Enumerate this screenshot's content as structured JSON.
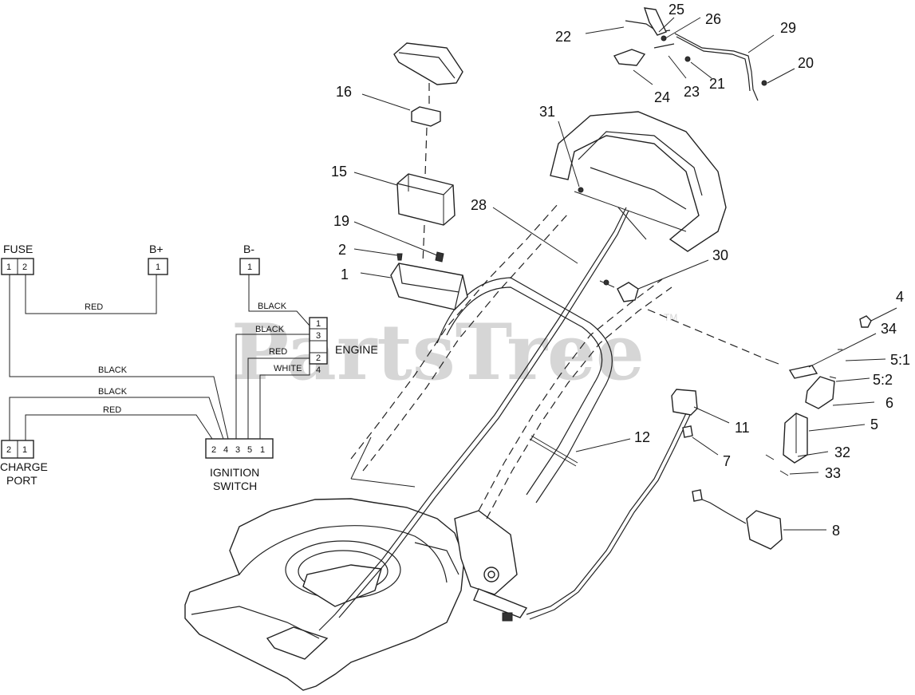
{
  "watermark": {
    "text": "PartsTree",
    "tm": "TM"
  },
  "wiring": {
    "connectors": {
      "fuse": {
        "title": "FUSE",
        "pins": [
          "1",
          "2"
        ]
      },
      "bplus": {
        "title": "B+",
        "pins": [
          "1"
        ]
      },
      "bminus": {
        "title": "B-",
        "pins": [
          "1"
        ]
      },
      "engine": {
        "title": "ENGINE",
        "pins": [
          "1",
          "3",
          "2",
          "4"
        ]
      },
      "charge_port": {
        "title_line1": "CHARGE",
        "title_line2": "PORT",
        "pins": [
          "2",
          "1"
        ]
      },
      "ignition_switch": {
        "title_line1": "IGNITION",
        "title_line2": "SWITCH",
        "pins": [
          "2",
          "4",
          "3",
          "5",
          "1"
        ]
      }
    },
    "wire_labels": {
      "red_fuse": "RED",
      "black_bminus": "BLACK",
      "black_top": "BLACK",
      "red_engine": "RED",
      "white_engine": "WHITE",
      "black_long": "BLACK",
      "black_charge": "BLACK",
      "red_charge": "RED"
    }
  },
  "callouts": {
    "c1": "1",
    "c2": "2",
    "c4": "4",
    "c5": "5",
    "c5_1": "5:1",
    "c5_2": "5:2",
    "c6": "6",
    "c7": "7",
    "c8": "8",
    "c11": "11",
    "c12": "12",
    "c15": "15",
    "c16": "16",
    "c19": "19",
    "c20": "20",
    "c21": "21",
    "c22": "22",
    "c23": "23",
    "c24": "24",
    "c25": "25",
    "c26": "26",
    "c28": "28",
    "c29": "29",
    "c30": "30",
    "c31": "31",
    "c32": "32",
    "c33": "33",
    "c34": "34"
  }
}
